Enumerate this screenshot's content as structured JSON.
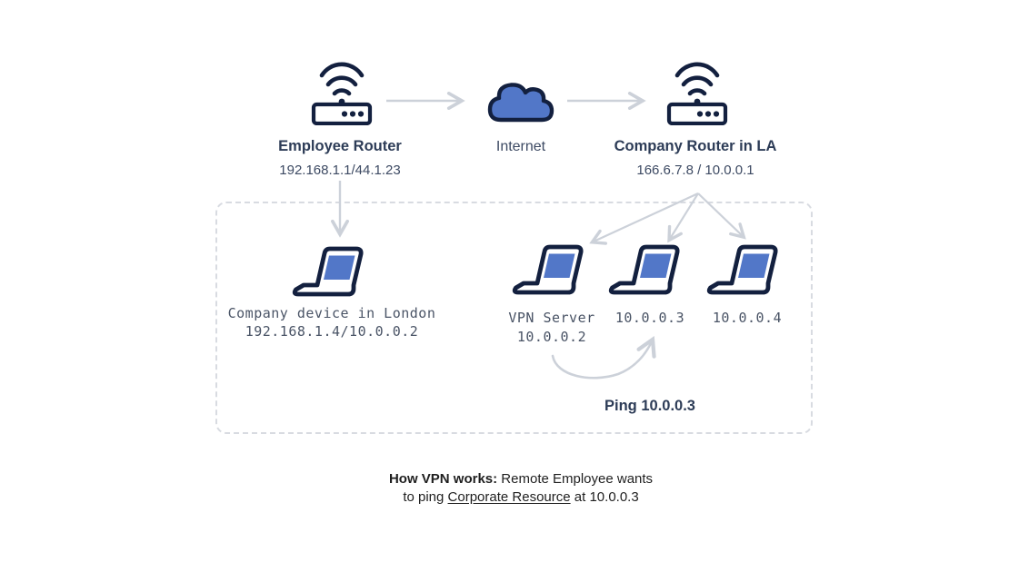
{
  "title": "How VPN works diagram",
  "colors": {
    "accent_blue": "#5277c8",
    "outline_navy": "#13203f",
    "arrow_gray": "#ccd1d9",
    "dash_gray": "#d8dbe1",
    "heading_navy": "#2d3c57",
    "body_gray": "#3d4a63",
    "mono_gray": "#4a5466"
  },
  "top_row": {
    "employee_router": {
      "label": "Employee Router",
      "ip": "192.168.1.1/44.1.23",
      "icon": "wifi-router-icon"
    },
    "internet": {
      "label": "Internet",
      "icon": "cloud-icon"
    },
    "company_router": {
      "label": "Company Router in LA",
      "ip": "166.6.7.8 / 10.0.0.1",
      "icon": "wifi-router-icon"
    }
  },
  "lan_box": {
    "london_device": {
      "name": "Company device in London",
      "ip": "192.168.1.4/10.0.0.2",
      "icon": "laptop-icon"
    },
    "vpn_server": {
      "name": "VPN Server",
      "ip": "10.0.0.2",
      "icon": "laptop-icon"
    },
    "device3": {
      "ip": "10.0.0.3",
      "icon": "laptop-icon"
    },
    "device4": {
      "ip": "10.0.0.4",
      "icon": "laptop-icon"
    },
    "ping_label": "Ping 10.0.0.3"
  },
  "caption": {
    "bold": "How VPN works:",
    "line1_rest": " Remote Employee wants",
    "line2_pre": "to ping ",
    "underlined": "Corporate Resource",
    "line2_post": " at 10.0.0.3"
  }
}
